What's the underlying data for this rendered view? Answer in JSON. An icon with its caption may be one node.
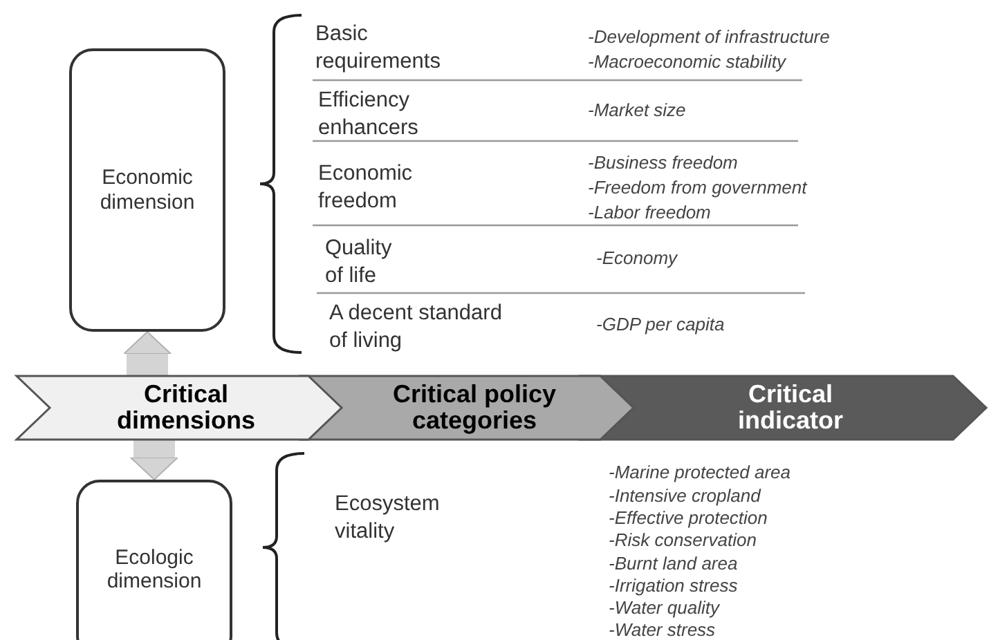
{
  "diagram": {
    "nodes": [
      {
        "text": [
          "Economic dimension"
        ]
      },
      {
        "text": [
          "Critical dimensions"
        ]
      },
      {
        "text": [
          "Critical policy categories"
        ]
      },
      {
        "text": [
          "Critical indicator"
        ]
      },
      {
        "text": [
          "Ecologic dimension"
        ]
      }
    ],
    "edges": [
      {
        "from": 1,
        "to": 0,
        "arrow": "to"
      },
      {
        "from": 1,
        "to": 4,
        "arrow": "to"
      }
    ],
    "labels": [
      "Basic requirements",
      "-Development of infrastructure",
      "-Macroeconomic stability",
      "Efficiency enhancers",
      "-Market size",
      "Economic freedom",
      "-Business freedom",
      "-Freedom from government",
      "-Labor freedom",
      "Quality of life",
      "-Economy",
      "A decent standard of living",
      "-GDP per capita",
      "Ecosystem vitality",
      "-Marine protected area",
      "-Intensive cropland",
      "-Effective protection",
      "-Risk conservation",
      "-Burnt land area",
      "-Irrigation stress",
      "-Water quality",
      "-Water stress"
    ]
  }
}
